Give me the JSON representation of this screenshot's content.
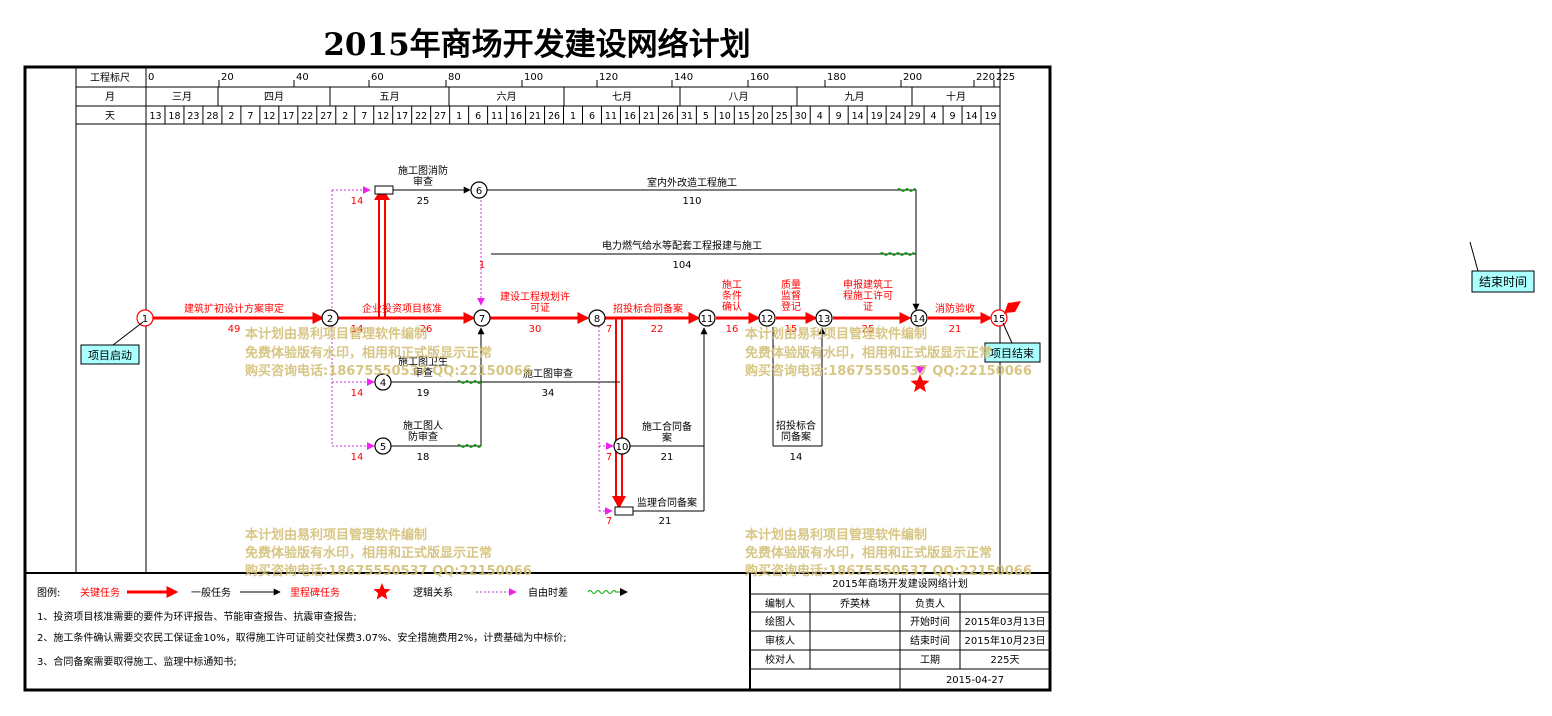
{
  "title": "2015年商场开发建设网络计划",
  "timescale": {
    "row_labels": [
      "工程标尺",
      "月",
      "天"
    ],
    "ruler": [
      "0",
      "20",
      "40",
      "60",
      "80",
      "100",
      "120",
      "140",
      "160",
      "180",
      "200",
      "220",
      "225"
    ],
    "months": [
      "三月",
      "四月",
      "五月",
      "六月",
      "七月",
      "八月",
      "九月",
      "十月"
    ],
    "days": [
      "13",
      "18",
      "23",
      "28",
      "2",
      "7",
      "12",
      "17",
      "22",
      "27",
      "2",
      "7",
      "12",
      "17",
      "22",
      "27",
      "1",
      "6",
      "11",
      "16",
      "21",
      "26",
      "1",
      "6",
      "11",
      "16",
      "21",
      "26",
      "31",
      "5",
      "10",
      "15",
      "20",
      "25",
      "30",
      "4",
      "9",
      "14",
      "19",
      "24",
      "29",
      "4",
      "9",
      "14",
      "19"
    ]
  },
  "nodes": [
    "1",
    "2",
    "4",
    "5",
    "6",
    "7",
    "8",
    "10",
    "11",
    "12",
    "13",
    "14",
    "15"
  ],
  "tasks": {
    "t1_2": {
      "name": "建筑扩初设计方案审定",
      "duration": "49"
    },
    "t2_7": {
      "name": "企业投资项目核准",
      "duration": "26"
    },
    "t3_6": {
      "name": "施工图消防审查",
      "duration": "25"
    },
    "t6_14": {
      "name": "室内外改造工程施工",
      "duration": "110"
    },
    "t7_14": {
      "name": "电力燃气给水等配套工程报建与施工",
      "duration": "104"
    },
    "t4": {
      "name": "施工图卫生审查",
      "duration": "19"
    },
    "t5": {
      "name": "施工图人防审查",
      "duration": "18"
    },
    "tdrawing": {
      "name": "施工图审查",
      "duration": "34"
    },
    "t7_8": {
      "name": "建设工程规划许可证",
      "duration": "30"
    },
    "t8_11": {
      "name": "招投标合同备案",
      "duration": "22"
    },
    "t10": {
      "name": "施工合同备案",
      "duration": "21"
    },
    "t9": {
      "name": "监理合同备案",
      "duration": "21"
    },
    "t11_12": {
      "name": "施工条件确认",
      "duration": "16"
    },
    "t12_13": {
      "name": "质量监督登记",
      "duration": "15"
    },
    "tbid": {
      "name": "招投标合同备案",
      "duration": "14"
    },
    "t13_14": {
      "name": "申报建筑工程施工许可证",
      "duration": "25"
    },
    "t14_15": {
      "name": "消防验收",
      "duration": "21"
    }
  },
  "floats": {
    "a": "14",
    "b": "14",
    "c": "14",
    "d": "14",
    "e": "7",
    "f": "7",
    "g": "7",
    "h": "1"
  },
  "callouts": {
    "start": "项目启动",
    "end": "项目结束",
    "end_time": "结束时间"
  },
  "watermark": {
    "line1": "本计划由易利项目管理软件编制",
    "line2": "免费体验版有水印，相用和正式版显示正常",
    "line3": "购买咨询电话:18675550537 QQ:22150066"
  },
  "legend": {
    "prefix": "图例:",
    "critical": "关键任务",
    "normal": "一般任务",
    "milestone": "里程碑任务",
    "logic": "逻辑关系",
    "free_float": "自由时差"
  },
  "notes": [
    "1、投资项目核准需要的要件为环评报告、节能审查报告、抗震审查报告;",
    "2、施工条件确认需要交农民工保证金10%，取得施工许可证前交社保费3.07%、安全措施费用2%，计费基础为中标价;",
    "3、合同备案需要取得施工、监理中标通知书;"
  ],
  "info": {
    "title": "2015年商场开发建设网络计划",
    "editor_label": "编制人",
    "editor": "乔英林",
    "owner_label": "负责人",
    "owner": "",
    "drawer_label": "绘图人",
    "drawer": "",
    "start_label": "开始时间",
    "start": "2015年03月13日",
    "reviewer_label": "审核人",
    "reviewer": "",
    "end_label": "结束时间",
    "end": "2015年10月23日",
    "checker_label": "校对人",
    "checker": "",
    "duration_label": "工期",
    "duration": "225天",
    "date": "2015-04-27"
  },
  "colors": {
    "critical": "#ff0000",
    "logic": "#000000",
    "dependency": "#cc33cc",
    "free_float": "#00aa00",
    "watermark": "#d4c078",
    "callout": "#aaffff"
  }
}
